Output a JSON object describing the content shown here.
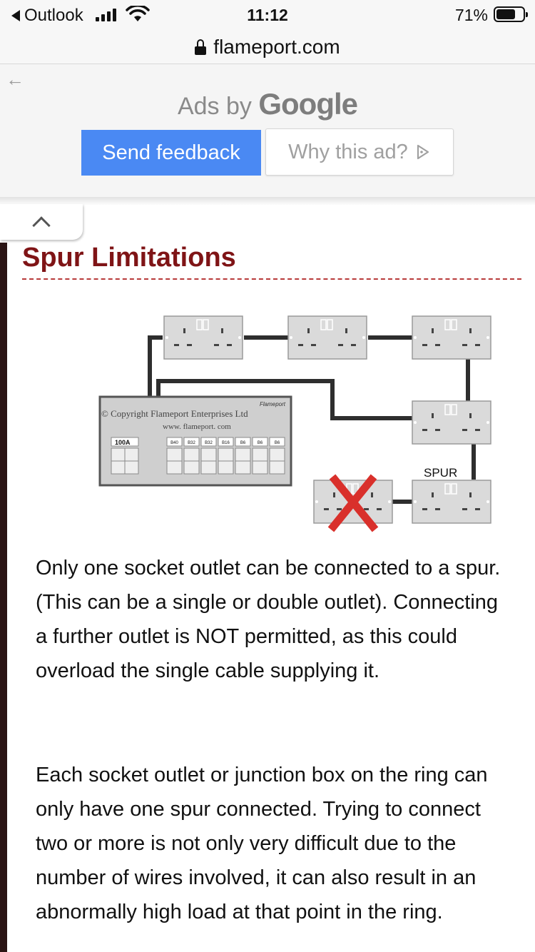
{
  "status_bar": {
    "back_app": "Outlook",
    "time": "11:12",
    "battery_percent": "71%",
    "battery_level": 0.71
  },
  "url_bar": {
    "domain": "flameport.com"
  },
  "ad": {
    "ads_by": "Ads by ",
    "google": "Google",
    "send_feedback": "Send feedback",
    "why_this_ad": "Why this ad?"
  },
  "article": {
    "title": "Spur Limitations",
    "diagram": {
      "maker": "Flameport",
      "copyright": "© Copyright Flameport Enterprises Ltd",
      "website": "www. flameport. com",
      "main_breaker": "100A",
      "breakers": [
        "B40",
        "B32",
        "B32",
        "B16",
        "B6",
        "B6",
        "B6"
      ],
      "spur_label": "SPUR"
    },
    "paragraphs": [
      "Only one socket outlet can be connected to a spur. (This can be a single or double outlet). Connecting a further outlet is NOT permitted, as this could overload the single cable supplying it.",
      "Each socket outlet or junction box on the ring can only have one spur connected. Trying to connect two or more is not only very difficult due to the number of wires involved, it can also result in an abnormally high load at that point in the ring."
    ]
  },
  "colors": {
    "title": "#7f1416",
    "feedback_button": "#4a89f3",
    "cross": "#d9302b"
  }
}
